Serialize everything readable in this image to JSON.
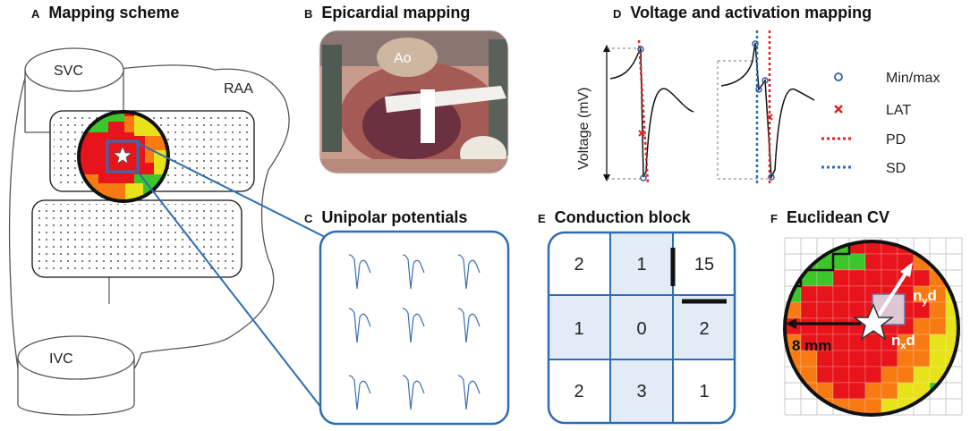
{
  "panels": {
    "A": {
      "letter": "A",
      "title": "Mapping scheme",
      "labels": {
        "svc": "SVC",
        "ivc": "IVC",
        "raa": "RAA"
      }
    },
    "B": {
      "letter": "B",
      "title": "Epicardial mapping",
      "labels": {
        "ao": "Ao"
      }
    },
    "C": {
      "letter": "C",
      "title": "Unipolar potentials"
    },
    "D": {
      "letter": "D",
      "title": "Voltage and activation mapping",
      "ylabel": "Voltage (mV)",
      "legend": [
        {
          "label": "Min/max",
          "marker": "circle",
          "color": "#2f5fa8"
        },
        {
          "label": "LAT",
          "marker": "cross",
          "color": "#e02020"
        },
        {
          "label": "PD",
          "marker": "dotted-line",
          "color": "#e02020"
        },
        {
          "label": "SD",
          "marker": "dotted-line",
          "color": "#1f6fc4"
        }
      ]
    },
    "E": {
      "letter": "E",
      "title": "Conduction block",
      "grid": [
        "2",
        "1",
        "15",
        "1",
        "0",
        "2",
        "2",
        "3",
        "1"
      ]
    },
    "F": {
      "letter": "F",
      "title": "Euclidean CV",
      "radius_label": "8 mm",
      "ny_label": {
        "main": "n",
        "sub": "y",
        "tail": "d"
      },
      "nx_label": {
        "main": "n",
        "sub": "x",
        "tail": "d"
      }
    }
  },
  "colors": {
    "red": "#e8141c",
    "orange": "#f77b12",
    "yellow": "#e8e21a",
    "green": "#3cc62c",
    "blue_frame": "#2e6db4",
    "light_blue": "#e3ebf6"
  }
}
